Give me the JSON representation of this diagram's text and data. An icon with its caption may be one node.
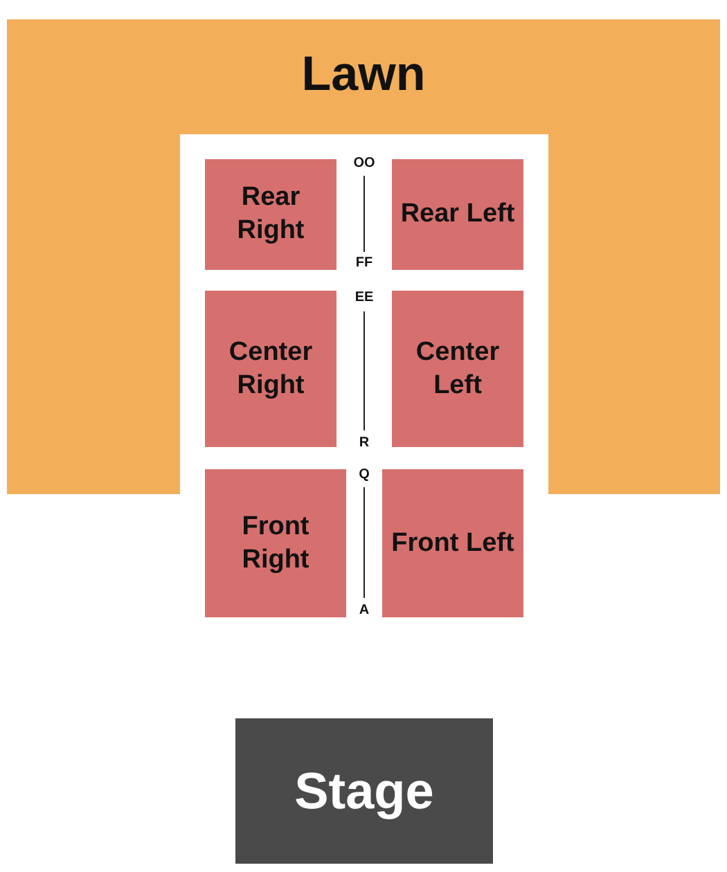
{
  "diagram": {
    "nodes": [
      {
        "text": [
          "Lawn"
        ]
      },
      {
        "text": [
          "Rear Right"
        ]
      },
      {
        "text": [
          "Rear Left"
        ]
      },
      {
        "text": [
          "Center Right"
        ]
      },
      {
        "text": [
          "Center Left"
        ]
      },
      {
        "text": [
          "Front Right"
        ]
      },
      {
        "text": [
          "Front Left"
        ]
      },
      {
        "text": [
          "Stage"
        ]
      }
    ],
    "edges": [],
    "labels": [
      "OO",
      "FF",
      "EE",
      "R",
      "Q",
      "A"
    ]
  }
}
